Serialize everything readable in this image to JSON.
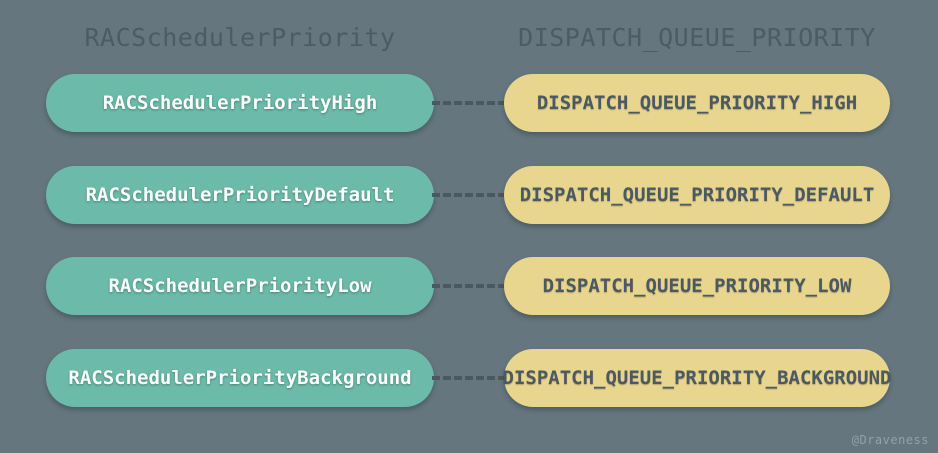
{
  "headers": {
    "left": "RACSchedulerPriority",
    "right": "DISPATCH_QUEUE_PRIORITY"
  },
  "rows": [
    {
      "left": "RACSchedulerPriorityHigh",
      "right": "DISPATCH_QUEUE_PRIORITY_HIGH"
    },
    {
      "left": "RACSchedulerPriorityDefault",
      "right": "DISPATCH_QUEUE_PRIORITY_DEFAULT"
    },
    {
      "left": "RACSchedulerPriorityLow",
      "right": "DISPATCH_QUEUE_PRIORITY_LOW"
    },
    {
      "left": "RACSchedulerPriorityBackground",
      "right": "DISPATCH_QUEUE_PRIORITY_BACKGROUND"
    }
  ],
  "watermark": "@Draveness",
  "colors": {
    "bg": "#65767f",
    "teal": "#6cbaa9",
    "yellow": "#e8d58e",
    "header-text": "#4d5b63",
    "dash": "#4b585f",
    "teal-text": "#fcfefd",
    "yellow-text": "#4a5962",
    "watermark": "#94a1a7"
  }
}
